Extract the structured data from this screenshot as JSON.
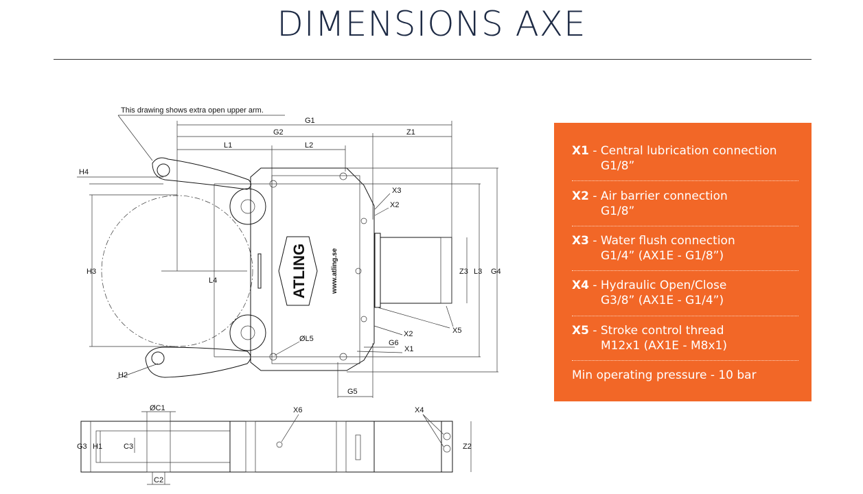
{
  "title": "DIMENSIONS AXE",
  "drawing": {
    "note": "This drawing shows extra open upper arm.",
    "logo_text": "ATLING",
    "website": "www.atling.se",
    "marks": {
      "g1": "G1",
      "g2": "G2",
      "z1": "Z1",
      "l1": "L1",
      "l2": "L2",
      "h4": "H4",
      "h3": "H3",
      "l4": "L4",
      "x3": "X3",
      "x2a": "X2",
      "z3": "Z3",
      "l3": "L3",
      "g4": "G4",
      "x5": "X5",
      "x2b": "X2",
      "g6": "G6",
      "x1": "X1",
      "l5": "ØL5",
      "h2": "H2",
      "g5": "G5",
      "c1": "ØC1",
      "x6": "X6",
      "x4": "X4",
      "g3": "G3",
      "h1": "H1",
      "c3": "C3",
      "c2": "C2",
      "z2": "Z2"
    }
  },
  "legend": {
    "items": [
      {
        "code": "X1",
        "text": "- Central lubrication connection",
        "sub": "G1/8”"
      },
      {
        "code": "X2",
        "text": "- Air barrier connection",
        "sub": "G1/8”"
      },
      {
        "code": "X3",
        "text": "- Water flush connection",
        "sub": "G1/4” (AX1E - G1/8”)"
      },
      {
        "code": "X4",
        "text": "- Hydraulic Open/Close",
        "sub": "G3/8” (AX1E - G1/4”)"
      },
      {
        "code": "X5",
        "text": "- Stroke control thread",
        "sub": "M12x1 (AX1E - M8x1)"
      }
    ],
    "footer": "Min operating pressure - 10 bar",
    "background": "#f26727"
  }
}
